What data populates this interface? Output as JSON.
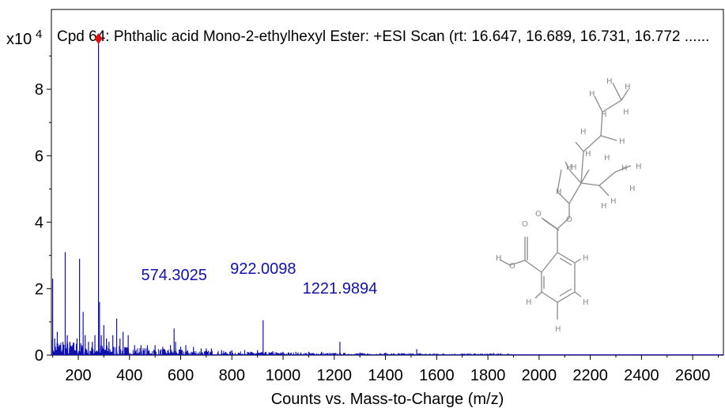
{
  "chart_data": {
    "type": "line",
    "title": "Cpd 64: Phthalic acid Mono-2-ethylhexyl Ester: +ESI Scan (rt: 16.647, 16.689, 16.731, 16.772 ......",
    "xlabel": "Counts vs. Mass-to-Charge (m/z)",
    "y_multiplier_label": "x10",
    "y_multiplier_exp": "4",
    "xlim": [
      95,
      2720
    ],
    "ylim": [
      0,
      10.4
    ],
    "x_ticks": [
      200,
      400,
      600,
      800,
      1000,
      1200,
      1400,
      1600,
      1800,
      2000,
      2200,
      2400,
      2600
    ],
    "x_tick_labels": [
      "200",
      "400",
      "600",
      "800",
      "1000",
      "1200",
      "1400",
      "1600",
      "1800",
      "2000",
      "2200",
      "2400",
      "2600"
    ],
    "y_ticks": [
      0,
      2,
      4,
      6,
      8
    ],
    "y_tick_labels": [
      "0",
      "2",
      "4",
      "6",
      "8"
    ],
    "series": [
      {
        "color": "#1010b0",
        "peaks": [
          [
            100,
            2.3
          ],
          [
            108,
            0.5
          ],
          [
            118,
            0.7
          ],
          [
            130,
            0.3
          ],
          [
            140,
            0.4
          ],
          [
            149,
            3.1
          ],
          [
            157,
            0.6
          ],
          [
            167,
            0.4
          ],
          [
            178,
            0.3
          ],
          [
            195,
            0.5
          ],
          [
            205,
            2.9
          ],
          [
            212,
            0.3
          ],
          [
            219,
            1.3
          ],
          [
            227,
            0.6
          ],
          [
            240,
            0.4
          ],
          [
            255,
            0.4
          ],
          [
            265,
            0.6
          ],
          [
            279,
            9.5
          ],
          [
            283,
            1.6
          ],
          [
            290,
            0.6
          ],
          [
            300,
            0.9
          ],
          [
            310,
            0.5
          ],
          [
            320,
            0.4
          ],
          [
            335,
            0.6
          ],
          [
            350,
            1.1
          ],
          [
            363,
            0.5
          ],
          [
            375,
            0.7
          ],
          [
            395,
            0.6
          ],
          [
            420,
            0.3
          ],
          [
            445,
            0.3
          ],
          [
            470,
            0.3
          ],
          [
            500,
            0.3
          ],
          [
            530,
            0.25
          ],
          [
            560,
            0.3
          ],
          [
            574.3,
            0.8
          ],
          [
            580,
            0.4
          ],
          [
            600,
            0.25
          ],
          [
            620,
            0.3
          ],
          [
            650,
            0.25
          ],
          [
            680,
            0.2
          ],
          [
            700,
            0.2
          ],
          [
            720,
            0.2
          ],
          [
            760,
            0.15
          ],
          [
            800,
            0.15
          ],
          [
            850,
            0.15
          ],
          [
            900,
            0.15
          ],
          [
            922.0,
            1.05
          ],
          [
            960,
            0.12
          ],
          [
            1000,
            0.1
          ],
          [
            1050,
            0.1
          ],
          [
            1100,
            0.1
          ],
          [
            1150,
            0.1
          ],
          [
            1221.99,
            0.4
          ],
          [
            1300,
            0.08
          ],
          [
            1400,
            0.07
          ],
          [
            1450,
            0.06
          ],
          [
            1522,
            0.18
          ],
          [
            1600,
            0.05
          ],
          [
            1700,
            0.04
          ],
          [
            1822,
            0.07
          ],
          [
            2000,
            0.03
          ],
          [
            2200,
            0.03
          ],
          [
            2400,
            0.02
          ],
          [
            2600,
            0.02
          ]
        ]
      }
    ],
    "marker": {
      "x": 279,
      "y": 9.5,
      "shape": "diamond",
      "color": "#e01010"
    },
    "peak_labels": [
      {
        "text": "574.3025",
        "x": 574.3,
        "y": 2.25
      },
      {
        "text": "922.0098",
        "x": 922.0,
        "y": 2.45
      },
      {
        "text": "1221.9894",
        "x": 1221.99,
        "y": 1.85
      }
    ],
    "grid": false,
    "legend": "none"
  },
  "structure": {
    "name": "molecular-structure",
    "atom_labels": {
      "hydrogen": "H",
      "oxygen": "O"
    }
  }
}
